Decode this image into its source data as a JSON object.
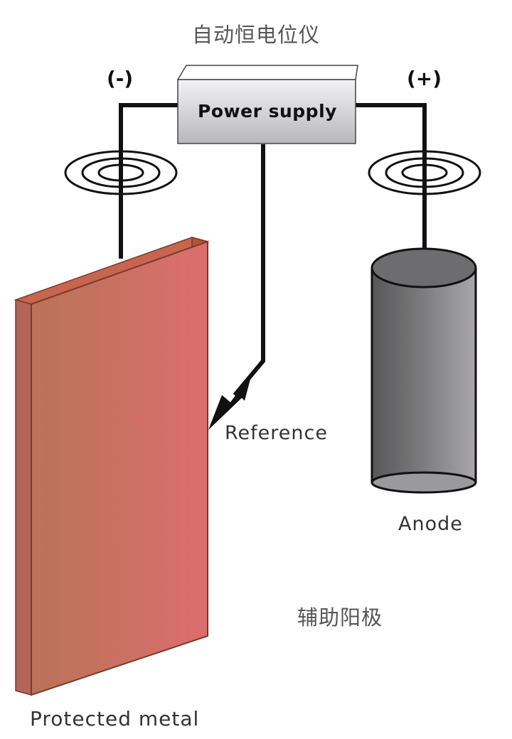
{
  "title": "自动恒电位仪",
  "power_supply": {
    "label": "Power supply"
  },
  "terminals": {
    "negative": "(-)",
    "positive": "(+)"
  },
  "labels": {
    "reference": "Reference",
    "anode": "Anode",
    "auxiliary_anode_cn": "辅助阳极",
    "protected_metal": "Protected metal"
  },
  "colors": {
    "metal_front_left": "#b97358",
    "metal_front_right": "#dc6e6e",
    "metal_edge": "#b5523e",
    "metal_top": "#c8654f",
    "power_supply_body": "#cfcfd3",
    "anode_body": "#8a8a8c",
    "wire": "#111111"
  },
  "icons": [
    "ring-coil-icon",
    "reference-arrow-icon"
  ]
}
